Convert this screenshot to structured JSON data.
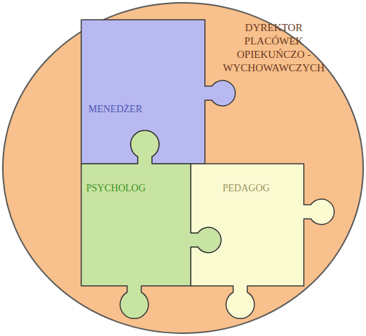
{
  "diagram": {
    "nodes": [
      {
        "text": [
          "DYREKTOR PLACÓWEK OPIEKUŃCZO - WYCHOWAWCZYCH"
        ]
      },
      {
        "text": [
          "MENEDŻER"
        ],
        "in": 0
      },
      {
        "text": [
          "PSYCHOLOG"
        ],
        "in": 0
      },
      {
        "text": [
          "PEDAGOG"
        ],
        "in": 0
      }
    ]
  }
}
